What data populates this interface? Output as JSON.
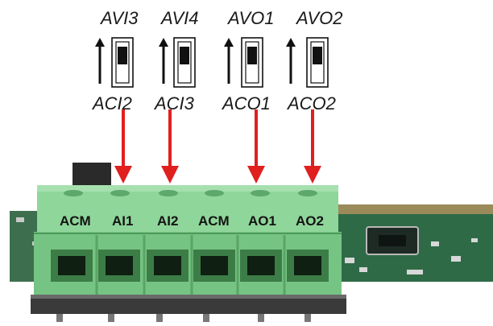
{
  "top_labels": [
    "AVI3",
    "AVI4",
    "AVO1",
    "AVO2"
  ],
  "bottom_labels": [
    "ACI2",
    "ACI3",
    "ACO1",
    "ACO2"
  ],
  "switch_positions": [
    "up",
    "up",
    "up",
    "up"
  ],
  "terminal_labels": [
    "ACM",
    "AI1",
    "AI2",
    "ACM",
    "AO1",
    "AO2"
  ],
  "arrow_targets": [
    "AI1",
    "AI2",
    "AO1",
    "AO2"
  ],
  "icons": {
    "direction": "up-arrow-icon",
    "switch": "dip-switch-icon",
    "pointer": "red-down-arrow-icon"
  },
  "colors": {
    "arrow": "#e01f1f",
    "terminal_block": "#7fce8c",
    "terminal_block_dark": "#5fae6c",
    "pcb": "#2f6a47",
    "label": "#1a1a1a"
  }
}
